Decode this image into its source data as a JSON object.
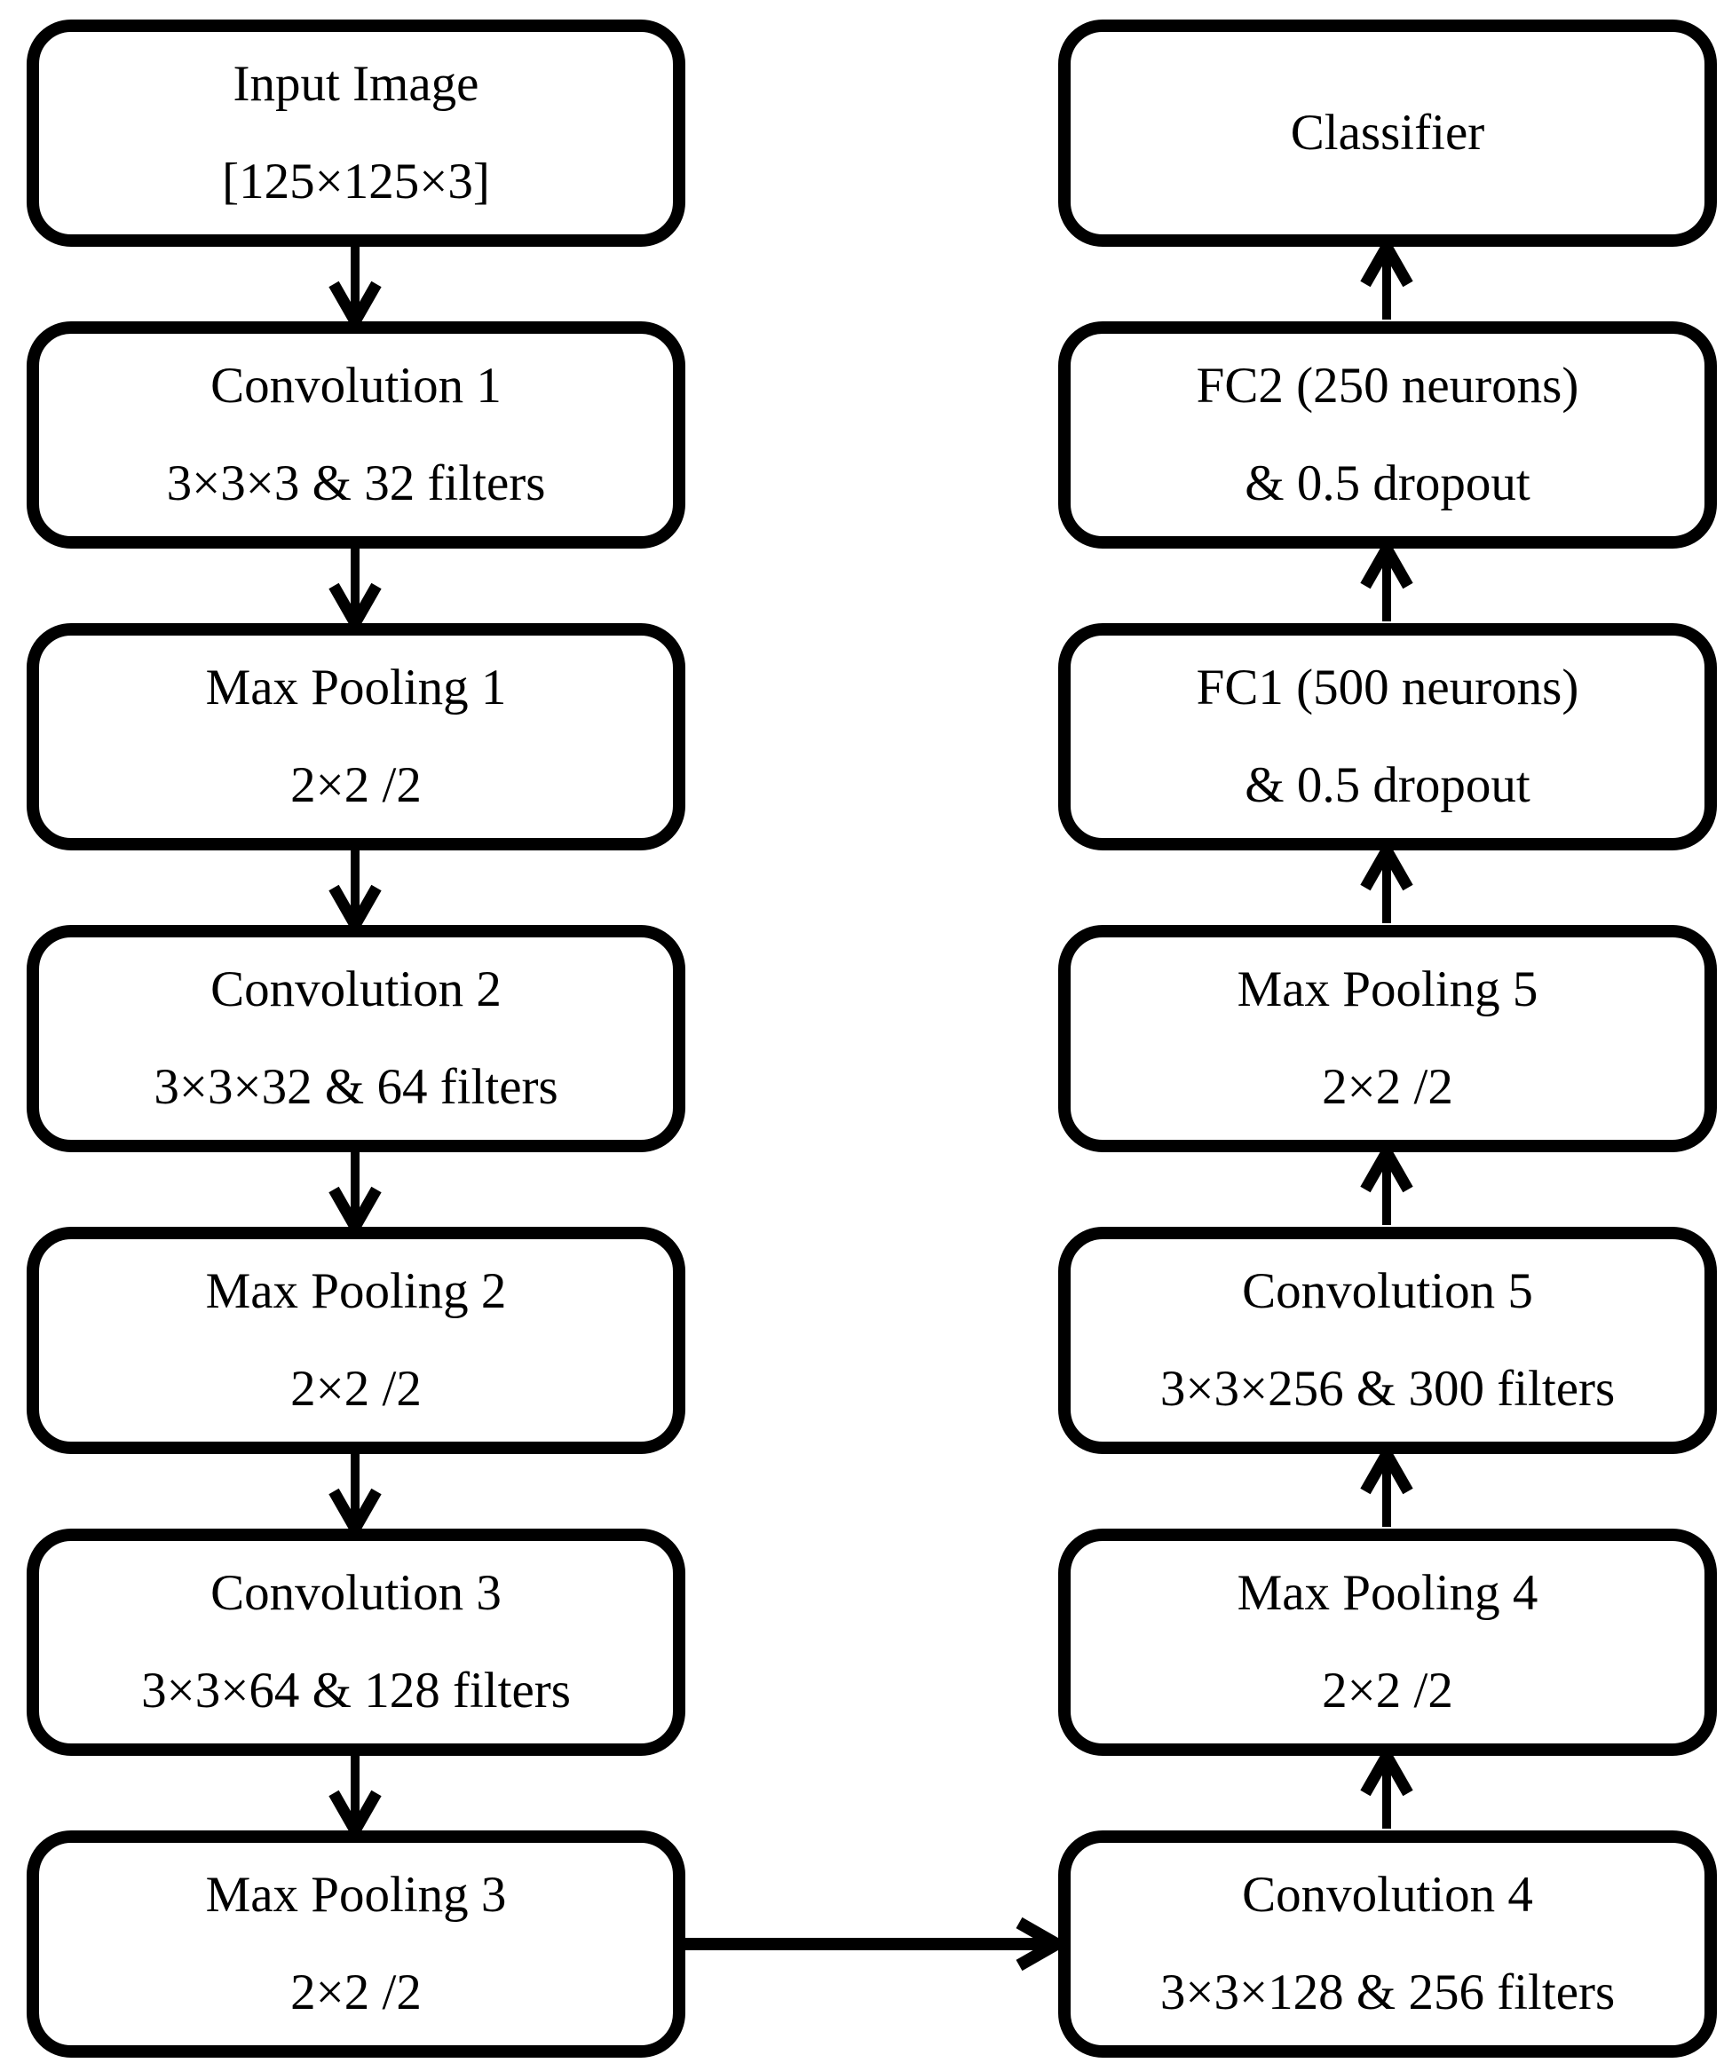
{
  "diagram": {
    "background": "#ffffff",
    "box_border_color": "#000000",
    "box_fill_color": "#ffffff",
    "arrow_color": "#000000",
    "left_column": [
      {
        "id": "input",
        "lines": [
          "Input Image",
          "[125×125×3]"
        ]
      },
      {
        "id": "conv1",
        "lines": [
          "Convolution 1",
          "3×3×3 & 32 filters"
        ]
      },
      {
        "id": "pool1",
        "lines": [
          "Max Pooling 1",
          "2×2 /2"
        ]
      },
      {
        "id": "conv2",
        "lines": [
          "Convolution 2",
          "3×3×32 & 64 filters"
        ]
      },
      {
        "id": "pool2",
        "lines": [
          "Max Pooling 2",
          "2×2 /2"
        ]
      },
      {
        "id": "conv3",
        "lines": [
          "Convolution 3",
          "3×3×64 & 128 filters"
        ]
      },
      {
        "id": "pool3",
        "lines": [
          "Max Pooling 3",
          "2×2 /2"
        ]
      }
    ],
    "right_column": [
      {
        "id": "classifier",
        "lines": [
          "Classifier"
        ]
      },
      {
        "id": "fc2",
        "lines": [
          "FC2 (250 neurons)",
          "& 0.5 dropout"
        ]
      },
      {
        "id": "fc1",
        "lines": [
          "FC1 (500 neurons)",
          "& 0.5 dropout"
        ]
      },
      {
        "id": "pool5",
        "lines": [
          "Max Pooling 5",
          "2×2 /2"
        ]
      },
      {
        "id": "conv5",
        "lines": [
          "Convolution 5",
          "3×3×256 & 300 filters"
        ]
      },
      {
        "id": "pool4",
        "lines": [
          "Max Pooling 4",
          "2×2 /2"
        ]
      },
      {
        "id": "conv4",
        "lines": [
          "Convolution 4",
          "3×3×128 & 256 filters"
        ]
      }
    ],
    "edges": [
      {
        "from": "input",
        "to": "conv1",
        "direction": "down"
      },
      {
        "from": "conv1",
        "to": "pool1",
        "direction": "down"
      },
      {
        "from": "pool1",
        "to": "conv2",
        "direction": "down"
      },
      {
        "from": "conv2",
        "to": "pool2",
        "direction": "down"
      },
      {
        "from": "pool2",
        "to": "conv3",
        "direction": "down"
      },
      {
        "from": "conv3",
        "to": "pool3",
        "direction": "down"
      },
      {
        "from": "pool3",
        "to": "conv4",
        "direction": "right"
      },
      {
        "from": "conv4",
        "to": "pool4",
        "direction": "up"
      },
      {
        "from": "pool4",
        "to": "conv5",
        "direction": "up"
      },
      {
        "from": "conv5",
        "to": "pool5",
        "direction": "up"
      },
      {
        "from": "pool5",
        "to": "fc1",
        "direction": "up"
      },
      {
        "from": "fc1",
        "to": "fc2",
        "direction": "up"
      },
      {
        "from": "fc2",
        "to": "classifier",
        "direction": "up"
      }
    ]
  }
}
